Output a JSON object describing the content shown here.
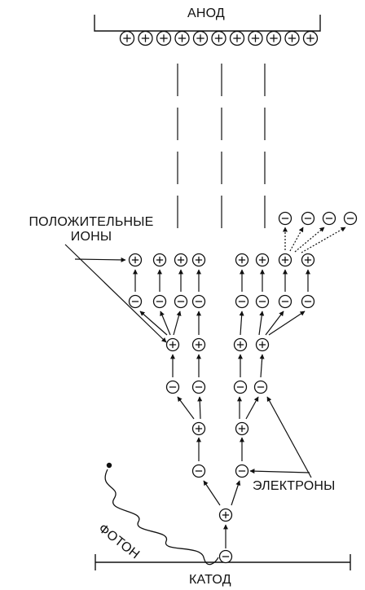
{
  "labels": {
    "anode": "АНОД",
    "cathode": "КАТОД",
    "positive_ions_line1": "ПОЛОЖИТЕЛЬНЫЕ",
    "positive_ions_line2": "ИОНЫ",
    "electrons": "ЭЛЕКТРОНЫ",
    "photon": "ФОТОН"
  },
  "colors": {
    "ink": "#111111",
    "paper": "#ffffff"
  }
}
